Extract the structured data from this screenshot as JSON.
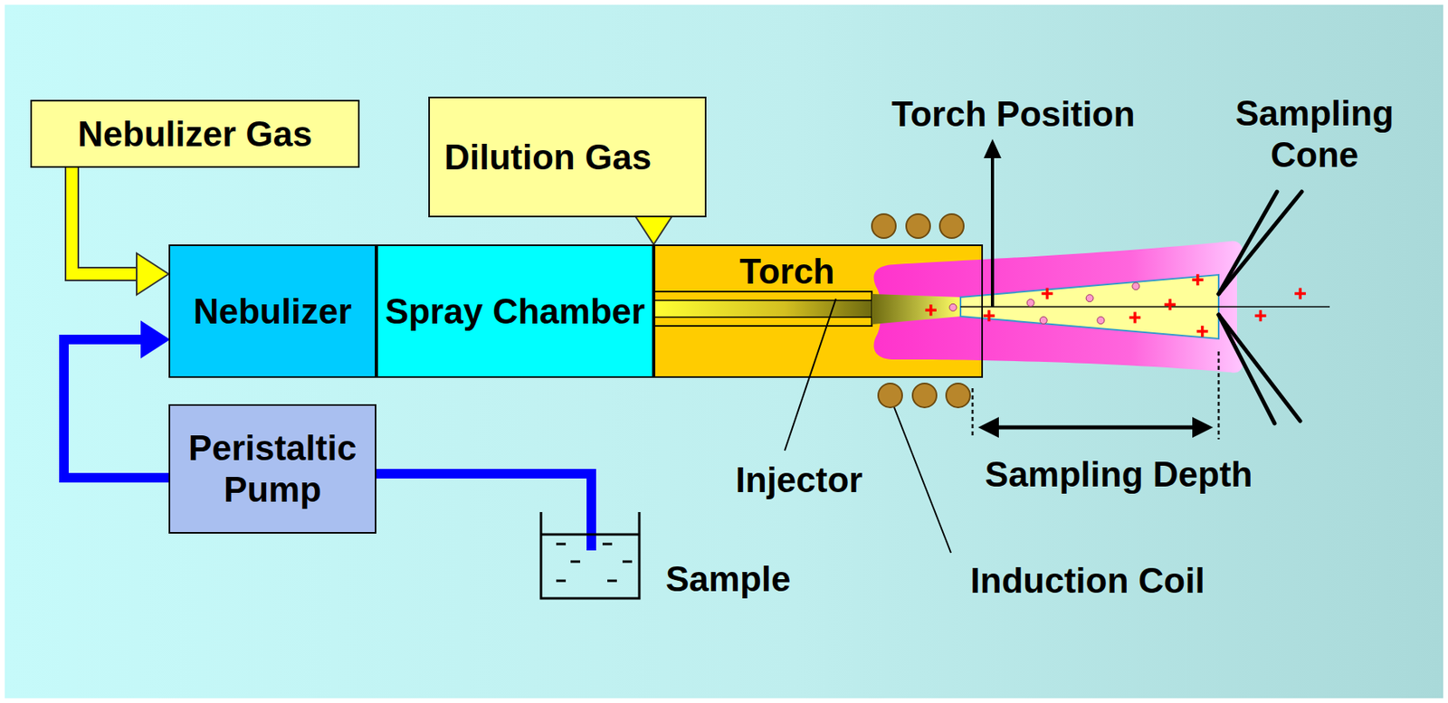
{
  "diagram": {
    "nodes": [
      {
        "text": [
          "Nebulizer  Gas"
        ]
      },
      {
        "text": [
          "Dilution Gas"
        ]
      },
      {
        "text": [
          "Nebulizer"
        ]
      },
      {
        "text": [
          "Spray Chamber"
        ]
      },
      {
        "text": [
          "Torch"
        ]
      },
      {
        "text": [
          "Peristaltic Pump"
        ]
      },
      {
        "text": [
          "Sample"
        ]
      }
    ],
    "edges": [
      {
        "from": 0,
        "to": 2,
        "arrow": "to"
      },
      {
        "from": 1,
        "to": 4,
        "arrow": "to"
      },
      {
        "from": 5,
        "to": 2,
        "arrow": "to"
      },
      {
        "from": 5,
        "to": 6,
        "arrow": "none"
      }
    ],
    "labels": [
      "Torch Position",
      "Sampling Cone",
      "Injector",
      "Sampling Depth",
      "Induction Coil"
    ]
  }
}
